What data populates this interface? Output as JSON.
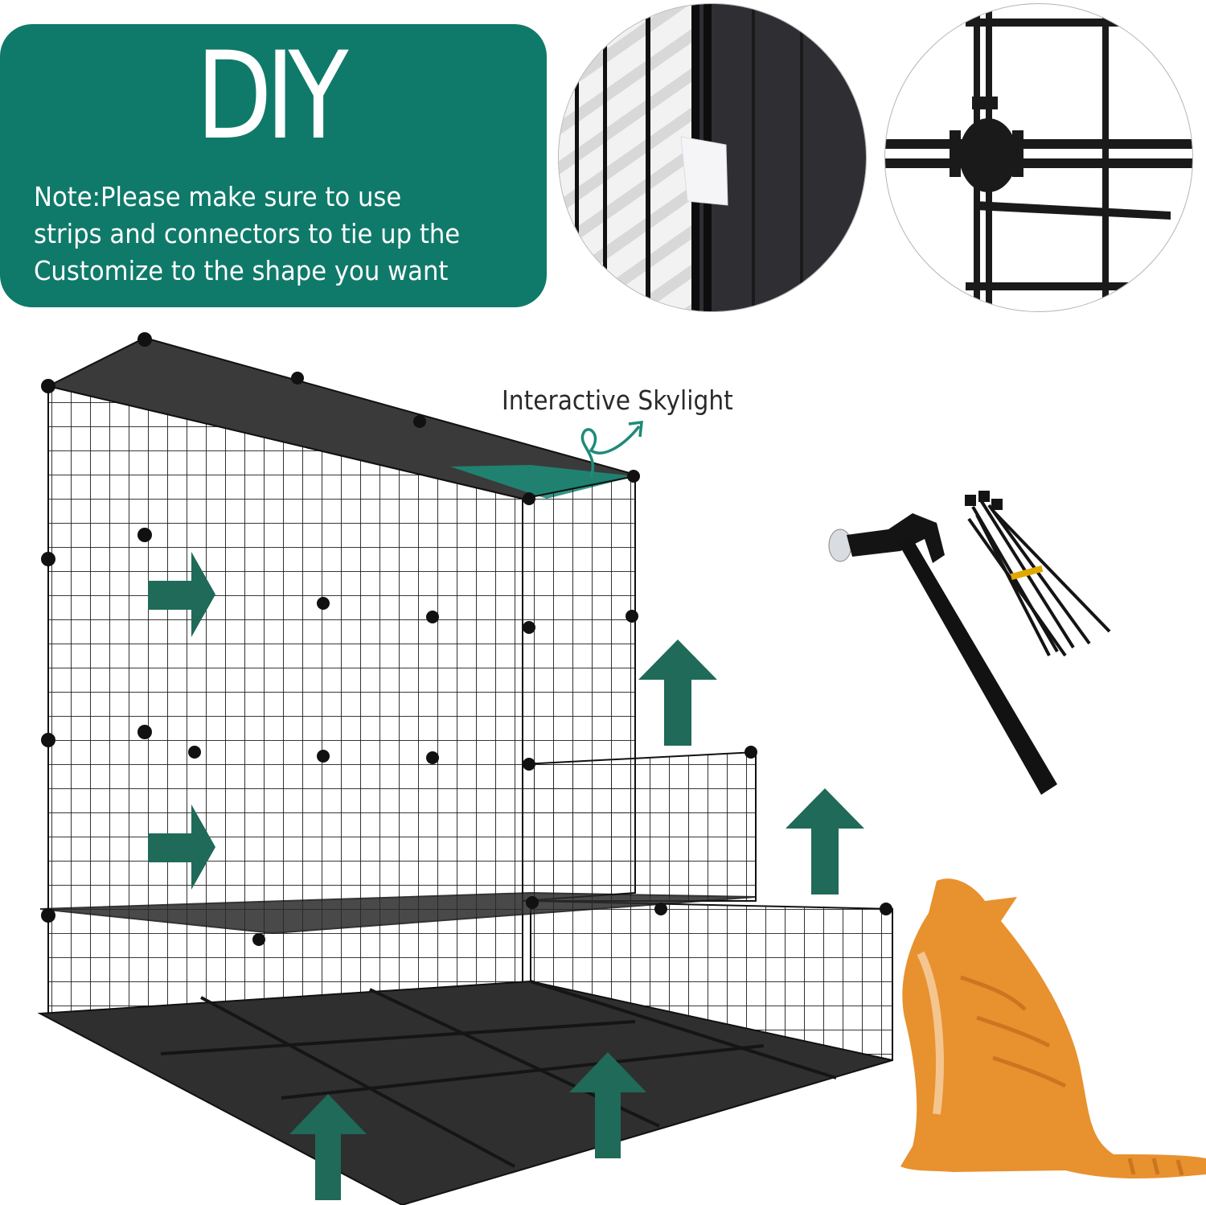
{
  "banner": {
    "title": "DIY",
    "note_lines": [
      "Note:Please make sure to use",
      "strips and connectors to tie up the",
      "Customize to the shape you want"
    ],
    "background_color": "#0f7a6a",
    "text_color": "#ffffff"
  },
  "detail_images": [
    {
      "name": "connector-clip-closeup",
      "description": "White plastic clip joining wire panels"
    },
    {
      "name": "connector-hub-closeup",
      "description": "Round black connector with cable ties joining grid panels"
    }
  ],
  "product": {
    "name": "Wire cat cage enclosure",
    "callout": "Interactive Skylight",
    "accent_color": "#1f6a58",
    "skylight_color": "#1f8a78"
  },
  "accessories": [
    {
      "name": "hammer",
      "label": "Rubber hammer"
    },
    {
      "name": "cable-ties",
      "label": "Cable ties bundle"
    }
  ],
  "arrows": [
    {
      "id": "arrow-right-upper",
      "direction": "right"
    },
    {
      "id": "arrow-right-lower",
      "direction": "right"
    },
    {
      "id": "arrow-up-mid",
      "direction": "up"
    },
    {
      "id": "arrow-up-right",
      "direction": "up"
    },
    {
      "id": "arrow-up-floor-left",
      "direction": "up"
    },
    {
      "id": "arrow-up-floor-right",
      "direction": "up"
    }
  ],
  "subject": {
    "name": "orange-tabby-cat"
  }
}
